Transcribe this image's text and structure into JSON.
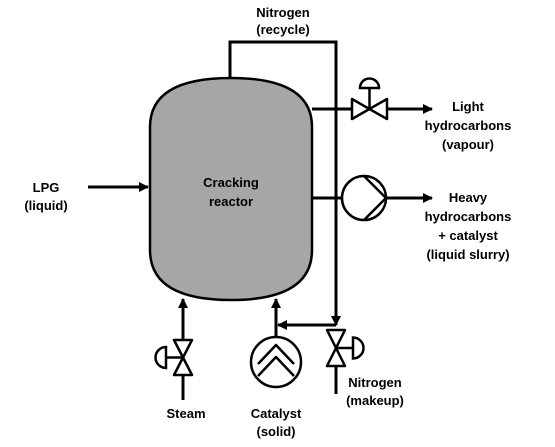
{
  "colors": {
    "line": "#000000",
    "vessel_fill": "#a6a6a6",
    "background": "#ffffff"
  },
  "reactor": {
    "line1": "Cracking",
    "line2": "reactor"
  },
  "lpg": {
    "line1": "LPG",
    "line2": "(liquid)"
  },
  "nitrogen_recycle": {
    "line1": "Nitrogen",
    "line2": "(recycle)"
  },
  "light_hc": {
    "line1": "Light",
    "line2": "hydrocarbons",
    "line3": "(vapour)"
  },
  "heavy_hc": {
    "line1": "Heavy",
    "line2": "hydrocarbons",
    "line3": "+ catalyst",
    "line4": "(liquid slurry)"
  },
  "steam": {
    "label": "Steam"
  },
  "catalyst": {
    "line1": "Catalyst",
    "line2": "(solid)"
  },
  "nitrogen_makeup": {
    "line1": "Nitrogen",
    "line2": "(makeup)"
  }
}
